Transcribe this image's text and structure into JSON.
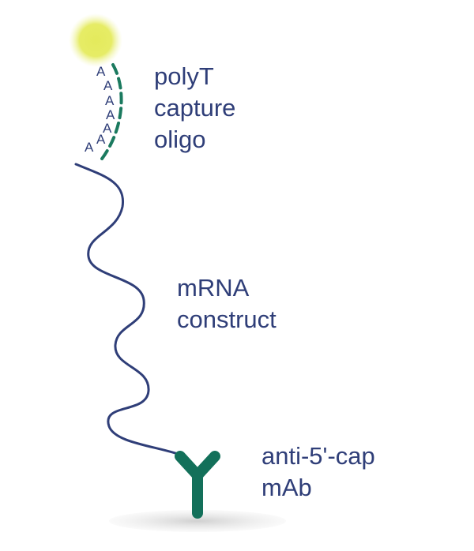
{
  "labels": {
    "oligo": [
      "polyT",
      "capture",
      "oligo"
    ],
    "mrna": [
      "mRNA",
      "construct"
    ],
    "antibody": [
      "anti-5'-cap",
      "mAb"
    ]
  },
  "poly_a": [
    "A",
    "A",
    "A",
    "A",
    "A",
    "A",
    "A"
  ],
  "colors": {
    "text": "#2f3e78",
    "mrna_strand": "#2f3e78",
    "capture_oligo": "#1b7a5f",
    "antibody": "#13705a",
    "bead": "#e9ef6a",
    "shadow": "#d4d4d4"
  }
}
